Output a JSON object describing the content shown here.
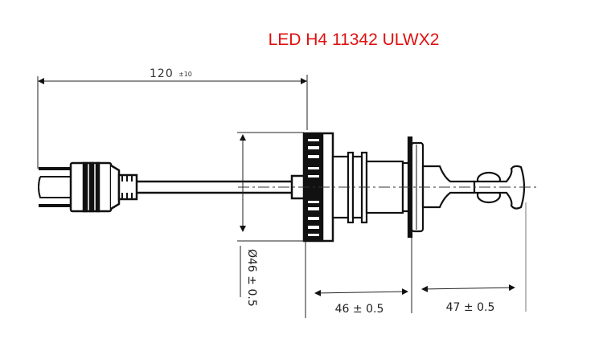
{
  "title": "LED H4 11342 ULWX2",
  "dimensions": {
    "cable_length": {
      "value": "120",
      "tolerance": "±10"
    },
    "diameter": "Ø46 ± 0.5",
    "body_length": "46 ± 0.5",
    "bulb_length": "47 ± 0.5"
  },
  "colors": {
    "title": "#e01010",
    "lines": "#111111"
  }
}
